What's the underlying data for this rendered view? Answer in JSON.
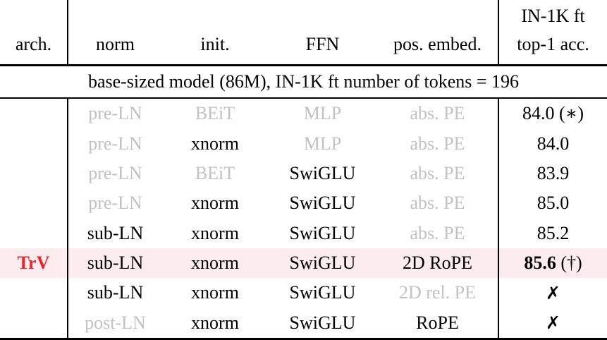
{
  "table": {
    "header": {
      "arch": "arch.",
      "norm": "norm",
      "init": "init.",
      "ffn": "FFN",
      "pos": "pos. embed.",
      "acc_line1": "IN-1K ft",
      "acc_line2": "top-1 acc."
    },
    "span_row": "base-sized model (86M), IN-1K ft number of tokens = 196",
    "rows": [
      {
        "arch": "",
        "norm": "pre-LN",
        "norm_dim": true,
        "init": "BEiT",
        "init_dim": true,
        "ffn": "MLP",
        "ffn_dim": true,
        "pos": "abs. PE",
        "pos_dim": true,
        "acc": "84.0",
        "acc_note": " (∗)",
        "acc_bold": false,
        "acc_cross": false,
        "highlight": false
      },
      {
        "arch": "",
        "norm": "pre-LN",
        "norm_dim": true,
        "init": "xnorm",
        "init_dim": false,
        "ffn": "MLP",
        "ffn_dim": true,
        "pos": "abs. PE",
        "pos_dim": true,
        "acc": "84.0",
        "acc_note": "",
        "acc_bold": false,
        "acc_cross": false,
        "highlight": false
      },
      {
        "arch": "",
        "norm": "pre-LN",
        "norm_dim": true,
        "init": "BEiT",
        "init_dim": true,
        "ffn": "SwiGLU",
        "ffn_dim": false,
        "pos": "abs. PE",
        "pos_dim": true,
        "acc": "83.9",
        "acc_note": "",
        "acc_bold": false,
        "acc_cross": false,
        "highlight": false
      },
      {
        "arch": "",
        "norm": "pre-LN",
        "norm_dim": true,
        "init": "xnorm",
        "init_dim": false,
        "ffn": "SwiGLU",
        "ffn_dim": false,
        "pos": "abs. PE",
        "pos_dim": true,
        "acc": "85.0",
        "acc_note": "",
        "acc_bold": false,
        "acc_cross": false,
        "highlight": false
      },
      {
        "arch": "",
        "norm": "sub-LN",
        "norm_dim": false,
        "init": "xnorm",
        "init_dim": false,
        "ffn": "SwiGLU",
        "ffn_dim": false,
        "pos": "abs. PE",
        "pos_dim": true,
        "acc": "85.2",
        "acc_note": "",
        "acc_bold": false,
        "acc_cross": false,
        "highlight": false
      },
      {
        "arch": "TrV",
        "norm": "sub-LN",
        "norm_dim": false,
        "init": "xnorm",
        "init_dim": false,
        "ffn": "SwiGLU",
        "ffn_dim": false,
        "pos": "2D RoPE",
        "pos_dim": false,
        "acc": "85.6",
        "acc_note": " (†)",
        "acc_bold": true,
        "acc_cross": false,
        "highlight": true
      },
      {
        "arch": "",
        "norm": "sub-LN",
        "norm_dim": false,
        "init": "xnorm",
        "init_dim": false,
        "ffn": "SwiGLU",
        "ffn_dim": false,
        "pos": "2D rel. PE",
        "pos_dim": true,
        "acc": "✗",
        "acc_note": "",
        "acc_bold": false,
        "acc_cross": true,
        "highlight": false
      },
      {
        "arch": "",
        "norm": "post-LN",
        "norm_dim": true,
        "init": "xnorm",
        "init_dim": false,
        "ffn": "SwiGLU",
        "ffn_dim": false,
        "pos": "RoPE",
        "pos_dim": false,
        "acc": "✗",
        "acc_note": "",
        "acc_bold": false,
        "acc_cross": true,
        "highlight": false
      }
    ],
    "colors": {
      "highlight_bg": "#fcecee",
      "accent_red": "#ed2332",
      "dim_text": "#c1c1c6",
      "text": "#000000",
      "rule": "#000000"
    }
  }
}
